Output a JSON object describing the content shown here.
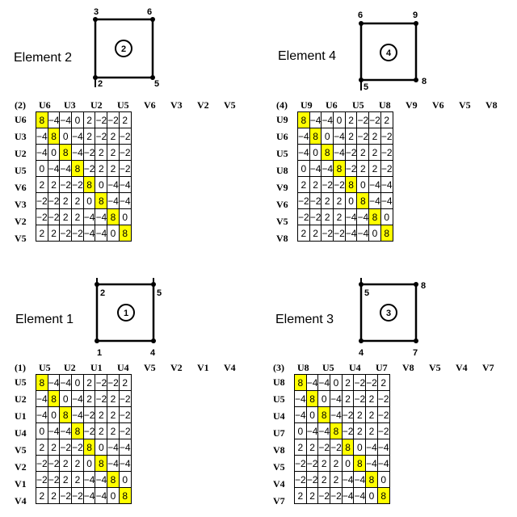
{
  "elements": [
    {
      "id": "element-2",
      "title": "Element 2",
      "number": "2",
      "prefix": "(2)",
      "nodes": {
        "tl": "3",
        "tr": "6",
        "bl": "2",
        "br": "5"
      },
      "cols": [
        "U6",
        "U3",
        "U2",
        "U5",
        "V6",
        "V3",
        "V2",
        "V5"
      ],
      "rows": [
        "U6",
        "U3",
        "U2",
        "U5",
        "V6",
        "V3",
        "V2",
        "V5"
      ],
      "values": [
        [
          "8",
          "−4",
          "−4",
          "0",
          "2",
          "−2",
          "−2",
          "2"
        ],
        [
          "−4",
          "8",
          "0",
          "−4",
          "2",
          "−2",
          "2",
          "−2"
        ],
        [
          "−4",
          "0",
          "8",
          "−4",
          "−2",
          "2",
          "2",
          "−2"
        ],
        [
          "0",
          "−4",
          "−4",
          "8",
          "−2",
          "2",
          "2",
          "−2"
        ],
        [
          "2",
          "2",
          "−2",
          "−2",
          "8",
          "0",
          "−4",
          "−4"
        ],
        [
          "−2",
          "−2",
          "2",
          "2",
          "0",
          "8",
          "−4",
          "−4"
        ],
        [
          "−2",
          "−2",
          "2",
          "2",
          "−4",
          "−4",
          "8",
          "0"
        ],
        [
          "2",
          "2",
          "−2",
          "−2",
          "−4",
          "−4",
          "0",
          "8"
        ]
      ]
    },
    {
      "id": "element-4",
      "title": "Element 4",
      "number": "4",
      "prefix": "(4)",
      "nodes": {
        "tl": "6",
        "tr": "9",
        "bl": "5",
        "br": "8"
      },
      "cols": [
        "U9",
        "U6",
        "U5",
        "U8",
        "V9",
        "V6",
        "V5",
        "V8"
      ],
      "rows": [
        "U9",
        "U6",
        "U5",
        "U8",
        "V9",
        "V6",
        "V5",
        "V8"
      ],
      "values": [
        [
          "8",
          "−4",
          "−4",
          "0",
          "2",
          "−2",
          "−2",
          "2"
        ],
        [
          "−4",
          "8",
          "0",
          "−4",
          "2",
          "−2",
          "2",
          "−2"
        ],
        [
          "−4",
          "0",
          "8",
          "−4",
          "−2",
          "2",
          "2",
          "−2"
        ],
        [
          "0",
          "−4",
          "−4",
          "8",
          "−2",
          "2",
          "2",
          "−2"
        ],
        [
          "2",
          "2",
          "−2",
          "−2",
          "8",
          "0",
          "−4",
          "−4"
        ],
        [
          "−2",
          "−2",
          "2",
          "2",
          "0",
          "8",
          "−4",
          "−4"
        ],
        [
          "−2",
          "−2",
          "2",
          "2",
          "−4",
          "−4",
          "8",
          "0"
        ],
        [
          "2",
          "2",
          "−2",
          "−2",
          "−4",
          "−4",
          "0",
          "8"
        ]
      ]
    },
    {
      "id": "element-1",
      "title": "Element 1",
      "number": "1",
      "prefix": "(1)",
      "nodes": {
        "tl": "2",
        "tr": "5",
        "bl": "1",
        "br": "4"
      },
      "cols": [
        "U5",
        "U2",
        "U1",
        "U4",
        "V5",
        "V2",
        "V1",
        "V4"
      ],
      "rows": [
        "U5",
        "U2",
        "U1",
        "U4",
        "V5",
        "V2",
        "V1",
        "V4"
      ],
      "values": [
        [
          "8",
          "−4",
          "−4",
          "0",
          "2",
          "−2",
          "−2",
          "2"
        ],
        [
          "−4",
          "8",
          "0",
          "−4",
          "2",
          "−2",
          "2",
          "−2"
        ],
        [
          "−4",
          "0",
          "8",
          "−4",
          "−2",
          "2",
          "2",
          "−2"
        ],
        [
          "0",
          "−4",
          "−4",
          "8",
          "−2",
          "2",
          "2",
          "−2"
        ],
        [
          "2",
          "2",
          "−2",
          "−2",
          "8",
          "0",
          "−4",
          "−4"
        ],
        [
          "−2",
          "−2",
          "2",
          "2",
          "0",
          "8",
          "−4",
          "−4"
        ],
        [
          "−2",
          "−2",
          "2",
          "2",
          "−4",
          "−4",
          "8",
          "0"
        ],
        [
          "2",
          "2",
          "−2",
          "−2",
          "−4",
          "−4",
          "0",
          "8"
        ]
      ]
    },
    {
      "id": "element-3",
      "title": "Element 3",
      "number": "3",
      "prefix": "(3)",
      "nodes": {
        "tl": "5",
        "tr": "8",
        "bl": "4",
        "br": "7"
      },
      "cols": [
        "U8",
        "U5",
        "U4",
        "U7",
        "V8",
        "V5",
        "V4",
        "V7"
      ],
      "rows": [
        "U8",
        "U5",
        "U4",
        "U7",
        "V8",
        "V5",
        "V4",
        "V7"
      ],
      "values": [
        [
          "8",
          "−4",
          "−4",
          "0",
          "2",
          "−2",
          "−2",
          "2"
        ],
        [
          "−4",
          "8",
          "0",
          "−4",
          "2",
          "−2",
          "2",
          "−2"
        ],
        [
          "−4",
          "0",
          "8",
          "−4",
          "−2",
          "2",
          "2",
          "−2"
        ],
        [
          "0",
          "−4",
          "−4",
          "8",
          "−2",
          "2",
          "2",
          "−2"
        ],
        [
          "2",
          "2",
          "−2",
          "−2",
          "8",
          "0",
          "−4",
          "−4"
        ],
        [
          "−2",
          "−2",
          "2",
          "2",
          "0",
          "8",
          "−4",
          "−4"
        ],
        [
          "−2",
          "−2",
          "2",
          "2",
          "−4",
          "−4",
          "8",
          "0"
        ],
        [
          "2",
          "2",
          "−2",
          "−2",
          "−4",
          "−4",
          "0",
          "8"
        ]
      ]
    }
  ],
  "colors": {
    "diagonal": "#ffff00",
    "line": "#000000"
  }
}
